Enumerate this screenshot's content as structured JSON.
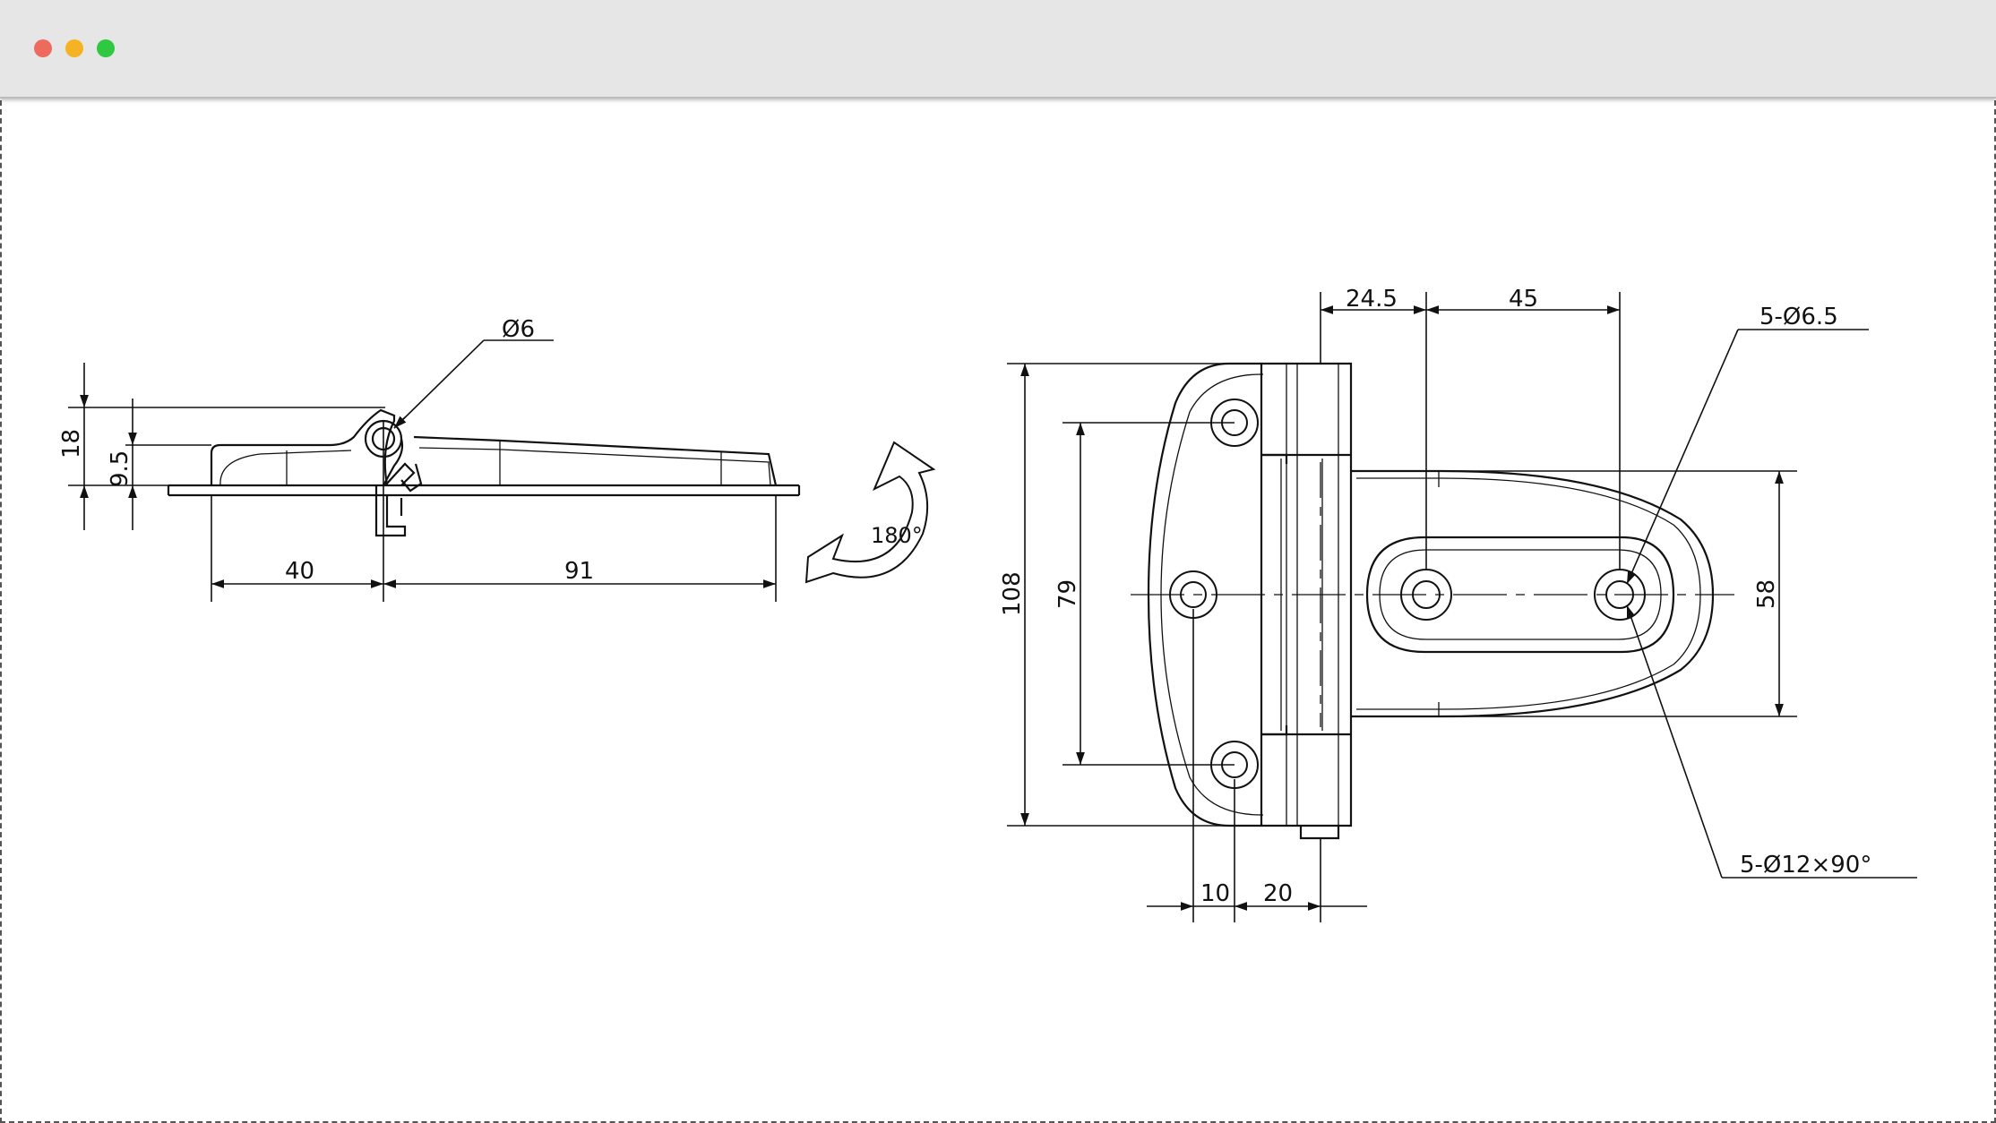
{
  "window": {
    "controls": {
      "close_icon": "close-dot-icon",
      "minimize_icon": "minimize-dot-icon",
      "maximize_icon": "maximize-dot-icon"
    },
    "colors": {
      "close": "#ef6a5e",
      "minimize": "#f5b324",
      "maximize": "#2fc840",
      "titlebar": "#e6e6e6",
      "line": "#111111"
    }
  },
  "side_view": {
    "dims": {
      "pin_diameter": "Ø6",
      "height_total": "18",
      "height_leaf": "9.5",
      "left_length": "40",
      "right_length": "91"
    }
  },
  "rotation": {
    "label": "180°",
    "icon": "rotate-arrow-icon"
  },
  "front_view": {
    "dims": {
      "offset_24_5": "24.5",
      "spacing_45": "45",
      "hole_dia": "5-Ø6.5",
      "countersink": "5-Ø12×90°",
      "height_108": "108",
      "hole_spacing_79": "79",
      "leaf_width_58": "58",
      "edge_10": "10",
      "edge_20": "20"
    }
  }
}
